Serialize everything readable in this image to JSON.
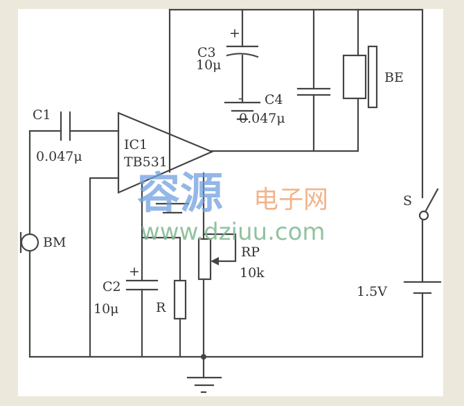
{
  "components": {
    "c1": {
      "name": "C1",
      "value": "0.047μ"
    },
    "c2": {
      "name": "C2",
      "value": "10μ"
    },
    "c3": {
      "name": "C3",
      "value": "10μ"
    },
    "c4": {
      "name": "C4",
      "value": "0.047μ"
    },
    "ic1": {
      "name": "IC1",
      "part": "TB531"
    },
    "be": {
      "name": "BE"
    },
    "bm": {
      "name": "BM"
    },
    "r": {
      "name": "R"
    },
    "rp": {
      "name": "RP",
      "value": "10k"
    },
    "s": {
      "name": "S"
    },
    "battery": {
      "value": "1.5V"
    },
    "plus": "+",
    "minus": "-"
  },
  "watermark": {
    "brand": "容源",
    "suffix": "电子网",
    "url": "www.dziuu.com"
  }
}
